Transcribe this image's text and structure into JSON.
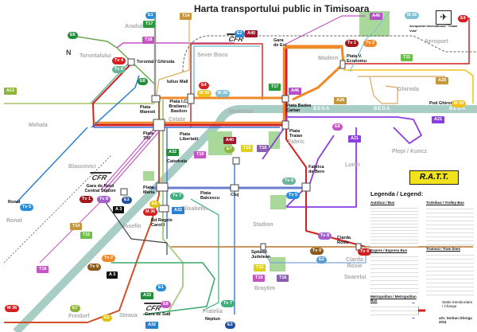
{
  "title": "Harta transportului public in Timisoara",
  "north_label": "N",
  "river_label": "BEGA",
  "cfr_label": "CFR",
  "districts": {
    "aradului": "Aradului",
    "torontalului": "Torontalului",
    "sever_bocu": "Sever Bocu",
    "modern": "Modern",
    "aeroport": "Aeroport",
    "ghiroda": "Ghiroda",
    "mehala": "Mehala",
    "cetate": "Cetate",
    "medicina": "Medicina",
    "fabric": "Fabric",
    "lunei": "Lunei",
    "plopi": "Plopi / Kuncz",
    "blascovici": "Blascovici",
    "ronat": "Ronat",
    "iosefin": "Iosefin",
    "elisabetin": "Elisabetin",
    "stadion": "Stadion",
    "soarelui": "Soarelui",
    "braytim": "Braytim",
    "steaua": "Steaua",
    "freidorf": "Freidorf",
    "fratelia": "Fratelia",
    "ciarda_rosie": "Ciarda Rosie"
  },
  "stations": {
    "torontal": "Torontal / Ghiroda",
    "iulius": "Iulius Mall",
    "maresti": "Piata Maresti",
    "bratianu": "Piata I.C. Bratianu / Bastion",
    "p700": "Piata 700",
    "libertatii": "Piata Libertatii",
    "catedrala": "Catedrala",
    "badea": "Piata Badea Cartan",
    "traian": "Piata Traian",
    "gara_est": "Gara de Est",
    "victor": "Piata V. Economu",
    "gara_nord": "Gara de Nord Central Station",
    "maria": "Piata Maria",
    "carol": "Bd Regele Carol I",
    "balcescu": "Piata Balcescu",
    "cluj": "Cluj",
    "spital": "Spitalul Judetean",
    "gara_sud": "Gara de Sud",
    "fabrica_bere": "Fabrica de Bere",
    "aeroport_int": "Aeroportul International \"Traian Vuia\"",
    "pod_ghiroda": "Pod Ghiroda",
    "neptun": "Neptun",
    "ronat_st": "Ronat",
    "ciarda": "Ciarda Rosie"
  },
  "badges": [
    {
      "label": "E1",
      "color": "#2a8fd8"
    },
    {
      "label": "T17",
      "color": "#2a9a3c"
    },
    {
      "label": "T14",
      "color": "#c5973a"
    },
    {
      "label": "E6",
      "color": "#1f8f3a"
    },
    {
      "label": "T18",
      "color": "#c754c3"
    },
    {
      "label": "Tv 4",
      "color": "#d42020"
    },
    {
      "label": "Tv 6",
      "color": "#6db59a"
    },
    {
      "label": "E8",
      "color": "#1f8f3a"
    },
    {
      "label": "A13",
      "color": "#8cb53a"
    },
    {
      "label": "E4",
      "color": "#d42020"
    },
    {
      "label": "M 30",
      "color": "#f2c21c"
    },
    {
      "label": "M 35",
      "color": "#7fc3d4"
    },
    {
      "label": "E2",
      "color": "#2a8fd8"
    },
    {
      "label": "A40",
      "color": "#a3172c"
    },
    {
      "label": "A46",
      "color": "#b54fc9"
    },
    {
      "label": "M 35",
      "color": "#7fc3d4"
    },
    {
      "label": "E4",
      "color": "#d42020"
    },
    {
      "label": "Tv 1",
      "color": "#a3171c"
    },
    {
      "label": "Tv 2",
      "color": "#f08a28"
    },
    {
      "label": "T11",
      "color": "#6cc04a"
    },
    {
      "label": "T17",
      "color": "#2a9a3c"
    },
    {
      "label": "A46",
      "color": "#b54fc9"
    },
    {
      "label": "A28",
      "color": "#c5973a"
    },
    {
      "label": "A28",
      "color": "#c5973a"
    },
    {
      "label": "M 30",
      "color": "#f2c21c"
    },
    {
      "label": "A21",
      "color": "#8a3ee0"
    },
    {
      "label": "A21",
      "color": "#8a3ee0"
    },
    {
      "label": "E8",
      "color": "#c754c3"
    },
    {
      "label": "A40",
      "color": "#a3172c"
    },
    {
      "label": "E7",
      "color": "#8cb53a"
    },
    {
      "label": "A32",
      "color": "#1f8f3a"
    },
    {
      "label": "T19",
      "color": "#c754c3"
    },
    {
      "label": "T15",
      "color": "#e0d21c"
    },
    {
      "label": "T16",
      "color": "#8a5fb0"
    },
    {
      "label": "Tv 5",
      "color": "#2a8fd8"
    },
    {
      "label": "Tv 1",
      "color": "#a3171c"
    },
    {
      "label": "Tv 8",
      "color": "#a35fc9"
    },
    {
      "label": "E3",
      "color": "#1e4fa0"
    },
    {
      "label": "A 3",
      "color": "#111111"
    },
    {
      "label": "E6",
      "color": "#e0c21c"
    },
    {
      "label": "M 36",
      "color": "#d42020"
    },
    {
      "label": "A32",
      "color": "#2a7fd0"
    },
    {
      "label": "Tv 7",
      "color": "#3ab07a"
    },
    {
      "label": "T14",
      "color": "#c5973a"
    },
    {
      "label": "T11",
      "color": "#6cc04a"
    },
    {
      "label": "T18",
      "color": "#c754c3"
    },
    {
      "label": "Tv 2",
      "color": "#f08a28"
    },
    {
      "label": "Tv 9",
      "color": "#8a5a1c"
    },
    {
      "label": "A 3",
      "color": "#111111"
    },
    {
      "label": "E1",
      "color": "#2a8fd8"
    },
    {
      "label": "A33",
      "color": "#1f8f3a"
    },
    {
      "label": "E8",
      "color": "#c754c3"
    },
    {
      "label": "M 36",
      "color": "#d42020"
    },
    {
      "label": "E7",
      "color": "#8cb53a"
    },
    {
      "label": "E6",
      "color": "#e0c21c"
    },
    {
      "label": "A32",
      "color": "#2a7fd0"
    },
    {
      "label": "Tv 7",
      "color": "#3ab07a"
    },
    {
      "label": "E3",
      "color": "#1e4fa0"
    },
    {
      "label": "Tv 6",
      "color": "#6db59a"
    },
    {
      "label": "Tv 5",
      "color": "#2a8fd8"
    },
    {
      "label": "Tv 8",
      "color": "#a35fc9"
    },
    {
      "label": "Tv 9",
      "color": "#8a5a1c"
    },
    {
      "label": "E2",
      "color": "#5a9ed0"
    },
    {
      "label": "T15",
      "color": "#e0d21c"
    },
    {
      "label": "T19",
      "color": "#c754c3"
    },
    {
      "label": "T16",
      "color": "#8a5fb0"
    },
    {
      "label": "Tv 4",
      "color": "#d42020"
    }
  ],
  "legend": {
    "title": "Legenda / Legend:",
    "bus": "Autobuz / Bus",
    "trolley": "Troleibuz / Trolley Bus",
    "express": "Expres / Express Bus",
    "tram": "Tramvai / Tram lines",
    "metro": "Metropolitan / Metropolitan Bus",
    "change": "Statie transbordare / Change",
    "logo": "R.A.T.T."
  },
  "credit": "arh. Serban Gherga 2011",
  "colors": {
    "river": "#a8cdc4",
    "park": "#a9d99a",
    "trunk_orange": "#f08a28",
    "trunk_red": "#d42020"
  }
}
